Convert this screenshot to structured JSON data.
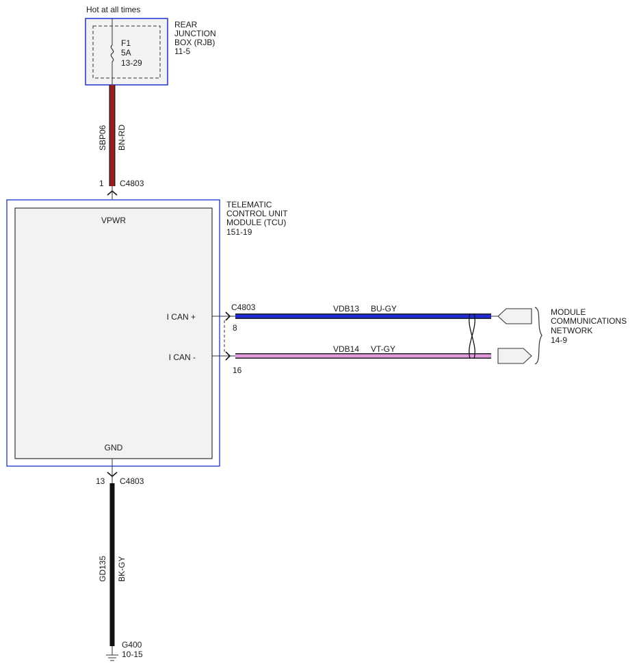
{
  "header": {
    "hot_label": "Hot at all times"
  },
  "rjb": {
    "title_lines": [
      "REAR",
      "JUNCTION",
      "BOX (RJB)"
    ],
    "ref": "11-5",
    "fuse": {
      "id": "F1",
      "rating": "5A",
      "ref": "13-29"
    }
  },
  "wire_power": {
    "circuit": "SBP06",
    "color": "BN-RD",
    "pin": "1",
    "connector": "C4803",
    "hex": "#a01c1c"
  },
  "tcu": {
    "title_lines": [
      "TELEMATIC",
      "CONTROL UNIT",
      "MODULE (TCU)"
    ],
    "ref": "151-19",
    "pin_vpwr": "VPWR",
    "pin_can_hi": "I CAN +",
    "pin_can_lo": "I CAN -",
    "pin_gnd": "GND"
  },
  "can_hi": {
    "connector": "C4803",
    "pin": "8",
    "circuit": "VDB13",
    "color": "BU-GY",
    "hex": "#1f2bd6"
  },
  "can_lo": {
    "pin": "16",
    "circuit": "VDB14",
    "color": "VT-GY",
    "hex": "#e39be0"
  },
  "network": {
    "title_lines": [
      "MODULE",
      "COMMUNICATIONS",
      "NETWORK"
    ],
    "ref": "14-9"
  },
  "wire_ground": {
    "pin": "13",
    "connector": "C4803",
    "circuit": "GD135",
    "color": "BK-GY",
    "ground_id": "G400",
    "ground_ref": "10-15",
    "hex": "#111111"
  },
  "colors": {
    "box_border": "#2b3fd6",
    "module_fill": "#f2f2f2"
  }
}
